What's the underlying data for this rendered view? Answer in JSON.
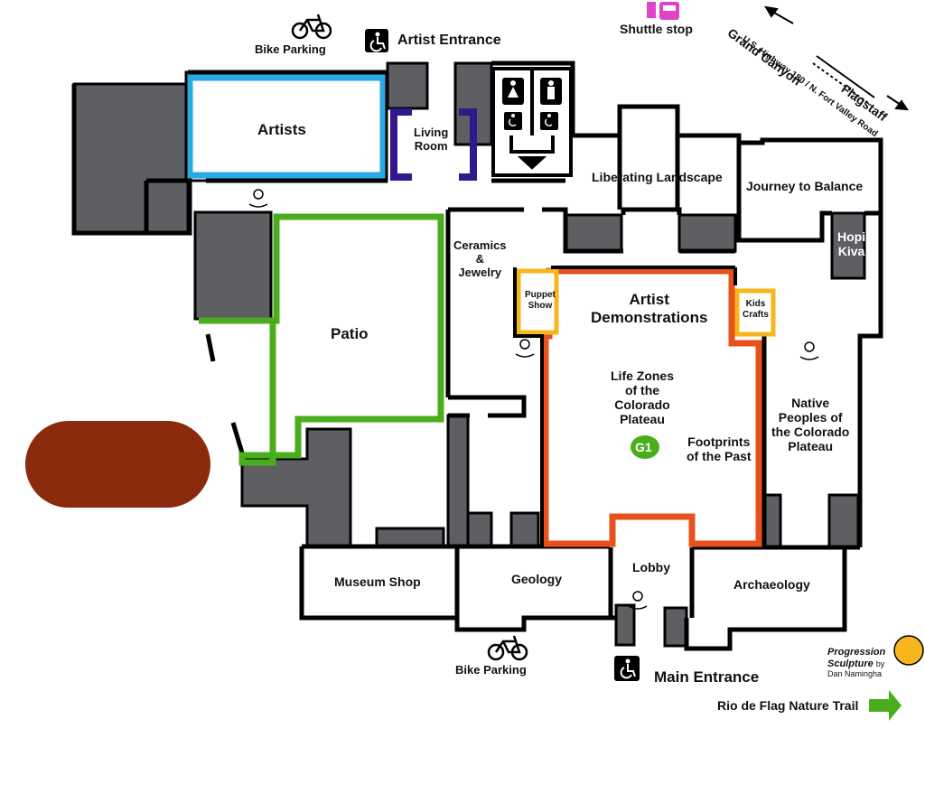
{
  "map": {
    "labels": {
      "bike_parking_top": "Bike Parking",
      "artist_entrance": "Artist Entrance",
      "shuttle_stop": "Shuttle stop",
      "grand_canyon": "Grand Canyon",
      "flagstaff": "Flagstaff",
      "highway": "U.S. Highway 180 / N. Fort Valley Road",
      "artists": "Artists",
      "living_room_1": "Living",
      "living_room_2": "Room",
      "liberating_landscape": "Liberating Landscape",
      "journey_to_balance": "Journey to Balance",
      "hopi_kiva_1": "Hopi",
      "hopi_kiva_2": "Kiva",
      "ceramics_1": "Ceramics",
      "ceramics_2": "&",
      "ceramics_3": "Jewelry",
      "puppet_1": "Puppet",
      "puppet_2": "Show",
      "kids_1": "Kids",
      "kids_2": "Crafts",
      "artist_demos_1": "Artist",
      "artist_demos_2": "Demonstrations",
      "patio": "Patio",
      "life_zones_1": "Life Zones",
      "life_zones_2": "of the",
      "life_zones_3": "Colorado",
      "life_zones_4": "Plateau",
      "g1": "G1",
      "footprints_1": "Footprints",
      "footprints_2": "of the Past",
      "native_1": "Native",
      "native_2": "Peoples of",
      "native_3": "the Colorado",
      "native_4": "Plateau",
      "museum_shop": "Museum Shop",
      "geology": "Geology",
      "lobby": "Lobby",
      "archaeology": "Archaeology",
      "bike_parking_bottom": "Bike Parking",
      "main_entrance": "Main Entrance",
      "progression_1": "Progression",
      "progression_2": "Sculpture",
      "progression_by": "by",
      "progression_3": "Dan Namingha",
      "nature_trail": "Rio de Flag Nature Trail"
    },
    "colors": {
      "wall": "#000000",
      "block": "#5d5f62",
      "artists_outline": "#29abe2",
      "living_room_outline": "#2e1a8c",
      "patio_outline": "#4aad1c",
      "demos_outline": "#e8501c",
      "small_room_outline": "#f7b51e",
      "sculpture": "#f7b51e",
      "parking_lot": "#8b2a0c",
      "shuttle": "#e042c8",
      "g1_badge": "#4aad1c",
      "trail_arrow": "#4aad1c"
    },
    "icons": [
      "bike-icon",
      "wheelchair-icon",
      "shuttle-icon",
      "restroom-women-icon",
      "restroom-men-icon",
      "water-fountain-icon",
      "arrow-icon"
    ]
  }
}
